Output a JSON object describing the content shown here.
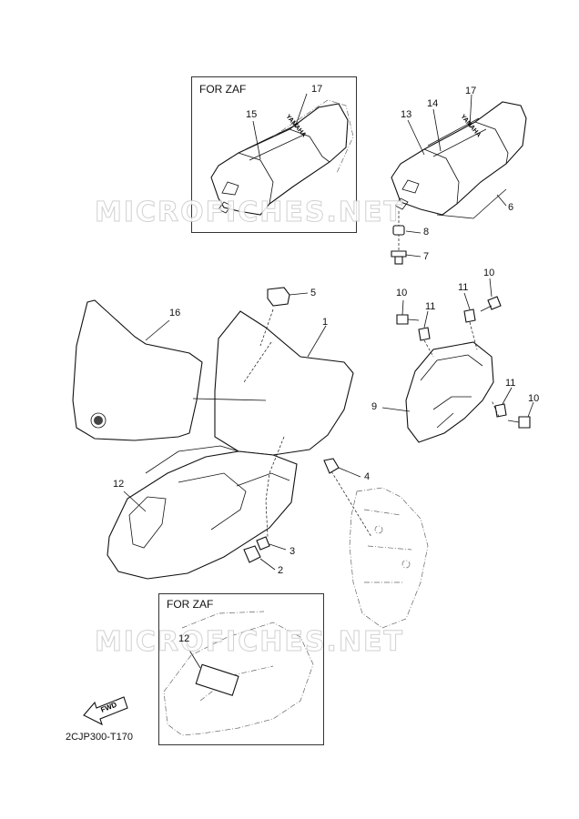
{
  "diagram": {
    "boxes": [
      {
        "id": "zaf-seat",
        "title": "FOR ZAF"
      },
      {
        "id": "zaf-fender",
        "title": "FOR ZAF"
      }
    ],
    "callouts": [
      "17",
      "15",
      "13",
      "14",
      "17",
      "6",
      "8",
      "7",
      "5",
      "16",
      "1",
      "10",
      "11",
      "11",
      "10",
      "9",
      "11",
      "10",
      "4",
      "12",
      "3",
      "2",
      "12"
    ],
    "labels": {
      "yamaha_text": "YAMAHA",
      "fwd_text": "FWD",
      "watermark": "MICROFICHES.NET",
      "diagram_code": "2CJP300-T170"
    }
  }
}
